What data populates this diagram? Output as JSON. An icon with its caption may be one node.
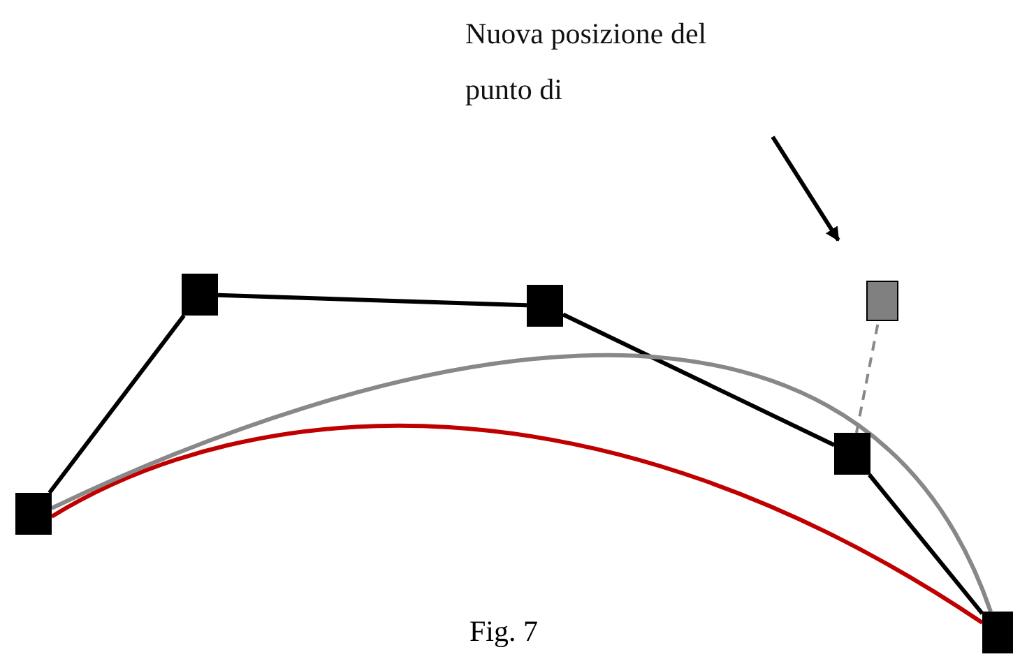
{
  "diagram": {
    "caption": "Fig. 7",
    "nodes": [
      {
        "text": [
          "Nuova posizione del punto di"
        ]
      },
      {
        "text": [],
        "shape": "box"
      },
      {
        "text": [],
        "shape": "box"
      },
      {
        "text": [],
        "shape": "box"
      },
      {
        "text": [],
        "shape": "box"
      },
      {
        "text": [],
        "shape": "box"
      },
      {
        "text": [],
        "shape": "box"
      }
    ],
    "edges": [
      {
        "from": 1,
        "to": 2,
        "arrow": "none"
      },
      {
        "from": 2,
        "to": 3,
        "arrow": "none"
      },
      {
        "from": 3,
        "to": 4,
        "arrow": "none"
      },
      {
        "from": 4,
        "to": 6,
        "arrow": "none"
      },
      {
        "from": 4,
        "to": 5,
        "arrow": "none",
        "style": "dashed",
        "color": "#888888"
      },
      {
        "from": 0,
        "to": 5,
        "arrow": "to"
      },
      {
        "from": 1,
        "to": 6,
        "arrow": "none",
        "color": "#c00000"
      },
      {
        "from": 1,
        "to": 6,
        "arrow": "none",
        "color": "#888888"
      }
    ]
  }
}
